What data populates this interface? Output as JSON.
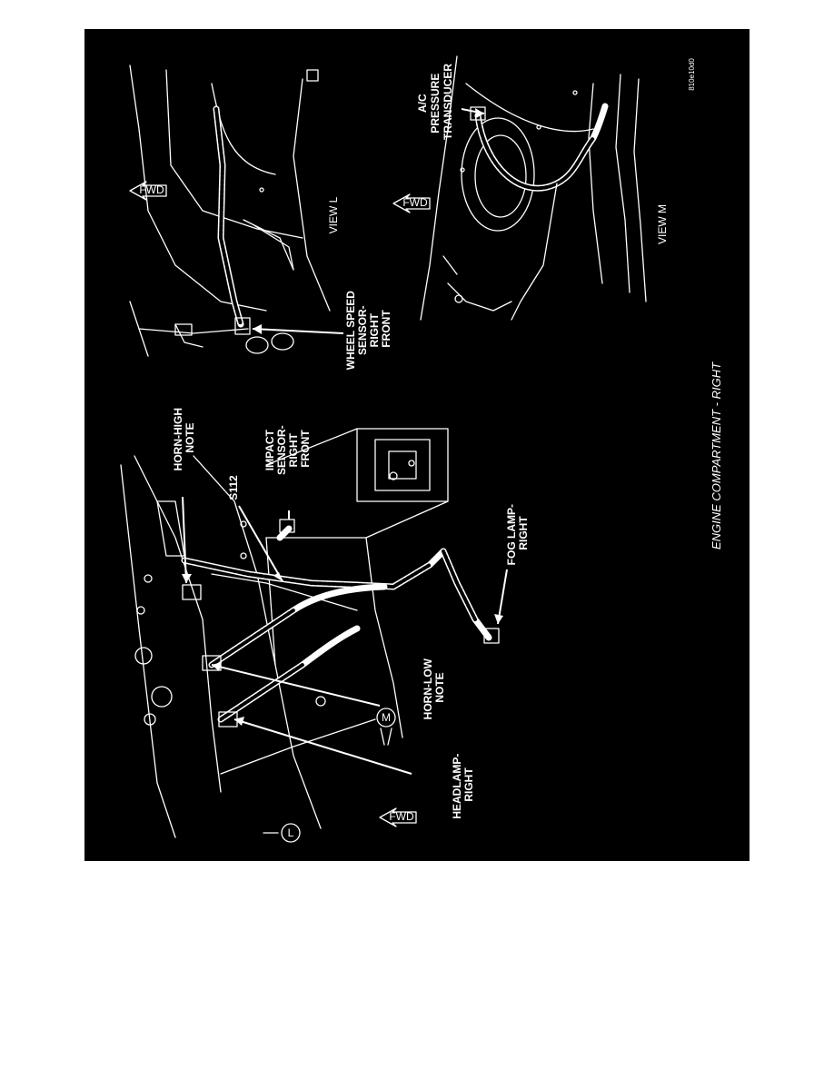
{
  "figure_code": "810e10d0",
  "caption": "ENGINE COMPARTMENT - RIGHT",
  "views": {
    "view_l": "VIEW L",
    "view_m": "VIEW M"
  },
  "view_markers": {
    "l": "L",
    "m": "M"
  },
  "fwd_label": "FWD",
  "callouts": {
    "ac_pressure_transducer": [
      "A/C",
      "PRESSURE",
      "TRANSDUCER"
    ],
    "wheel_speed_sensor": [
      "WHEEL SPEED",
      "SENSOR-",
      "RIGHT",
      "FRONT"
    ],
    "horn_high_note": [
      "HORN-HIGH",
      "NOTE"
    ],
    "s112": "S112",
    "impact_sensor": [
      "IMPACT",
      "SENSOR-",
      "RIGHT",
      "FRONT"
    ],
    "fog_lamp": [
      "FOG LAMP-",
      "RIGHT"
    ],
    "horn_low_note": [
      "HORN-LOW",
      "NOTE"
    ],
    "headlamp": [
      "HEADLAMP-",
      "RIGHT"
    ]
  }
}
